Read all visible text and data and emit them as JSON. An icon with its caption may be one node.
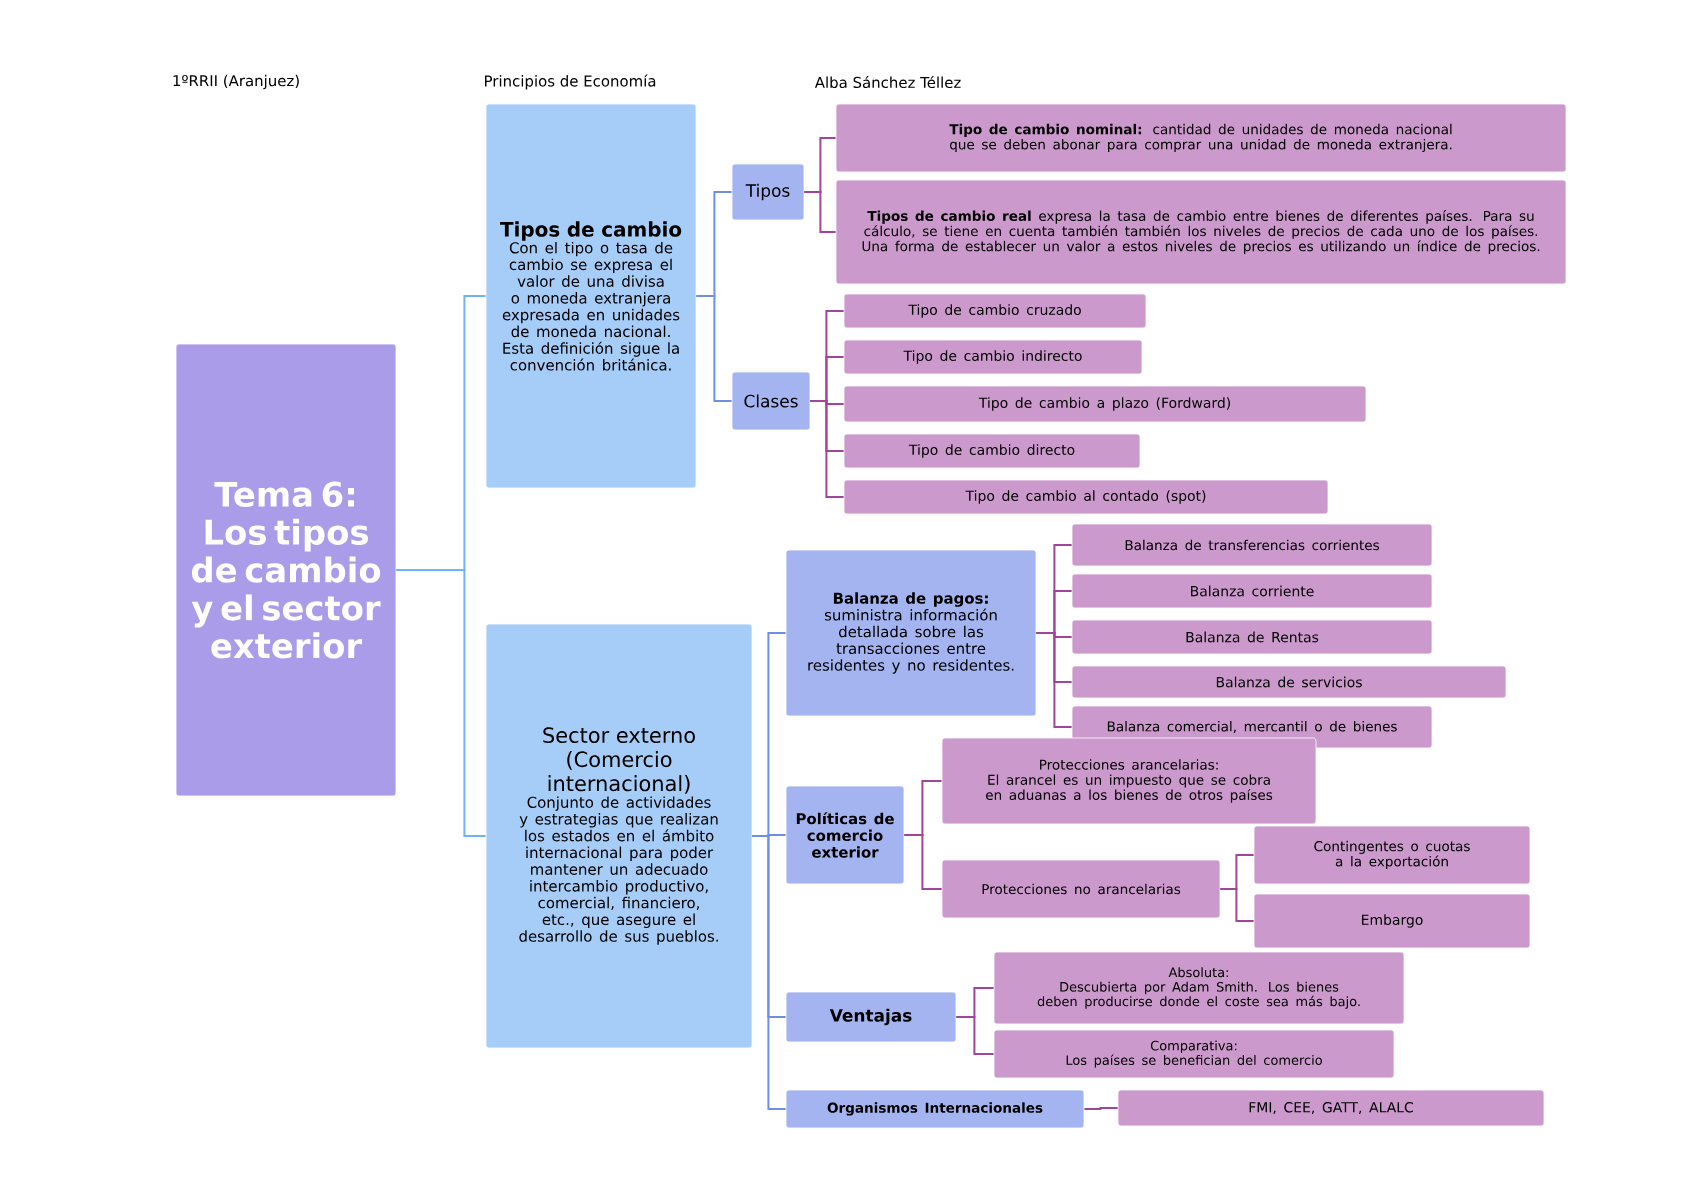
{
  "diagram": {
    "nodes": [
      {
        "text": [
          "Tema 6: Los tipos de cambio y el sector exterior"
        ]
      },
      {
        "text": [
          "Tipos de cambio",
          "Con el tipo o tasa de cambio se expresa el valor de una divisa o moneda extranjera expresada en unidades de moneda nacional. Esta definición sigue la convención británica."
        ]
      },
      {
        "text": [
          "Tipos"
        ]
      },
      {
        "text": [
          "Clases"
        ]
      },
      {
        "text": [
          "**Tipo de cambio nominal:** cantidad de unidades de moneda nacional que se deben abonar para comprar una unidad de moneda extranjera."
        ]
      },
      {
        "text": [
          "**Tipos de cambio real** expresa la tasa de cambio entre bienes de diferentes países. Para su cálculo, se tiene en cuenta también también los niveles de precios de cada uno de los países. Una forma de establecer un valor a estos niveles de precios es utilizando un índice de precios."
        ]
      },
      {
        "text": [
          "Tipo de cambio cruzado"
        ]
      },
      {
        "text": [
          "Tipo de cambio indirecto"
        ]
      },
      {
        "text": [
          "Tipo de cambio a plazo (Fordward)"
        ]
      },
      {
        "text": [
          "Tipo de cambio directo"
        ]
      },
      {
        "text": [
          "Tipo de cambio al contado (spot)"
        ]
      },
      {
        "text": [
          "Sector externo (Comercio internacional)",
          "Conjunto de actividades y estrategias que realizan los estados en el ámbito internacional para poder mantener un adecuado intercambio productivo, comercial, financiero, etc., que asegure el desarrollo de sus pueblos."
        ]
      },
      {
        "text": [
          "Balanza de pagos:",
          "suministra información detallada sobre las transacciones entre residentes y no residentes."
        ]
      },
      {
        "text": [
          "Balanza de transferencias corrientes"
        ]
      },
      {
        "text": [
          "Balanza corriente"
        ]
      },
      {
        "text": [
          "Balanza de Rentas"
        ]
      },
      {
        "text": [
          "Balanza de servicios"
        ]
      },
      {
        "text": [
          "Balanza comercial, mercantil o de bienes"
        ]
      },
      {
        "text": [
          "Políticas de comercio exterior"
        ]
      },
      {
        "text": [
          "Protecciones arancelarias:",
          "El arancel es un impuesto que se cobra en aduanas a los bienes de otros países"
        ]
      },
      {
        "text": [
          "Protecciones no arancelarias"
        ]
      },
      {
        "text": [
          "Contingentes o cuotas a la exportación"
        ]
      },
      {
        "text": [
          "Embargo"
        ]
      },
      {
        "text": [
          "Ventajas"
        ]
      },
      {
        "text": [
          "Absoluta:",
          "Descubierta por Adam Smith. Los bienes deben producirse donde el coste sea más bajo."
        ]
      },
      {
        "text": [
          "Comparativa:",
          "Los países se benefician del comercio"
        ]
      },
      {
        "text": [
          "Organismos Internacionales"
        ]
      },
      {
        "text": [
          "FMI, CEE, GATT, ALALC"
        ]
      }
    ],
    "edges": [
      {
        "from": 0,
        "to": 1,
        "arrow": "none",
        "color": "#6cb4f4"
      },
      {
        "from": 0,
        "to": 11,
        "arrow": "none",
        "color": "#6cb4f4"
      },
      {
        "from": 1,
        "to": 2,
        "arrow": "none",
        "color": "#6f8fe6"
      },
      {
        "from": 1,
        "to": 3,
        "arrow": "none",
        "color": "#6f8fe6"
      },
      {
        "from": 2,
        "to": 4,
        "arrow": "none"
      },
      {
        "from": 2,
        "to": 5,
        "arrow": "none"
      },
      {
        "from": 3,
        "to": 6,
        "arrow": "none"
      },
      {
        "from": 3,
        "to": 7,
        "arrow": "none"
      },
      {
        "from": 3,
        "to": 8,
        "arrow": "none"
      },
      {
        "from": 3,
        "to": 9,
        "arrow": "none"
      },
      {
        "from": 3,
        "to": 10,
        "arrow": "none"
      },
      {
        "from": 11,
        "to": 12,
        "arrow": "none",
        "color": "#6f8fe6"
      },
      {
        "from": 11,
        "to": 18,
        "arrow": "none",
        "color": "#6f8fe6"
      },
      {
        "from": 11,
        "to": 23,
        "arrow": "none",
        "color": "#6f8fe6"
      },
      {
        "from": 11,
        "to": 26,
        "arrow": "none",
        "color": "#6f8fe6"
      },
      {
        "from": 12,
        "to": 13,
        "arrow": "none"
      },
      {
        "from": 12,
        "to": 14,
        "arrow": "none"
      },
      {
        "from": 12,
        "to": 15,
        "arrow": "none"
      },
      {
        "from": 12,
        "to": 16,
        "arrow": "none"
      },
      {
        "from": 12,
        "to": 17,
        "arrow": "none"
      },
      {
        "from": 18,
        "to": 19,
        "arrow": "none"
      },
      {
        "from": 18,
        "to": 20,
        "arrow": "none"
      },
      {
        "from": 20,
        "to": 21,
        "arrow": "none"
      },
      {
        "from": 20,
        "to": 22,
        "arrow": "none"
      },
      {
        "from": 23,
        "to": 24,
        "arrow": "none"
      },
      {
        "from": 23,
        "to": 25,
        "arrow": "none"
      },
      {
        "from": 26,
        "to": 27,
        "arrow": "none"
      }
    ],
    "labels": [
      "1ºRRII (Aranjuez)",
      "Principios de Economía",
      "Alba Sánchez Téllez"
    ]
  }
}
